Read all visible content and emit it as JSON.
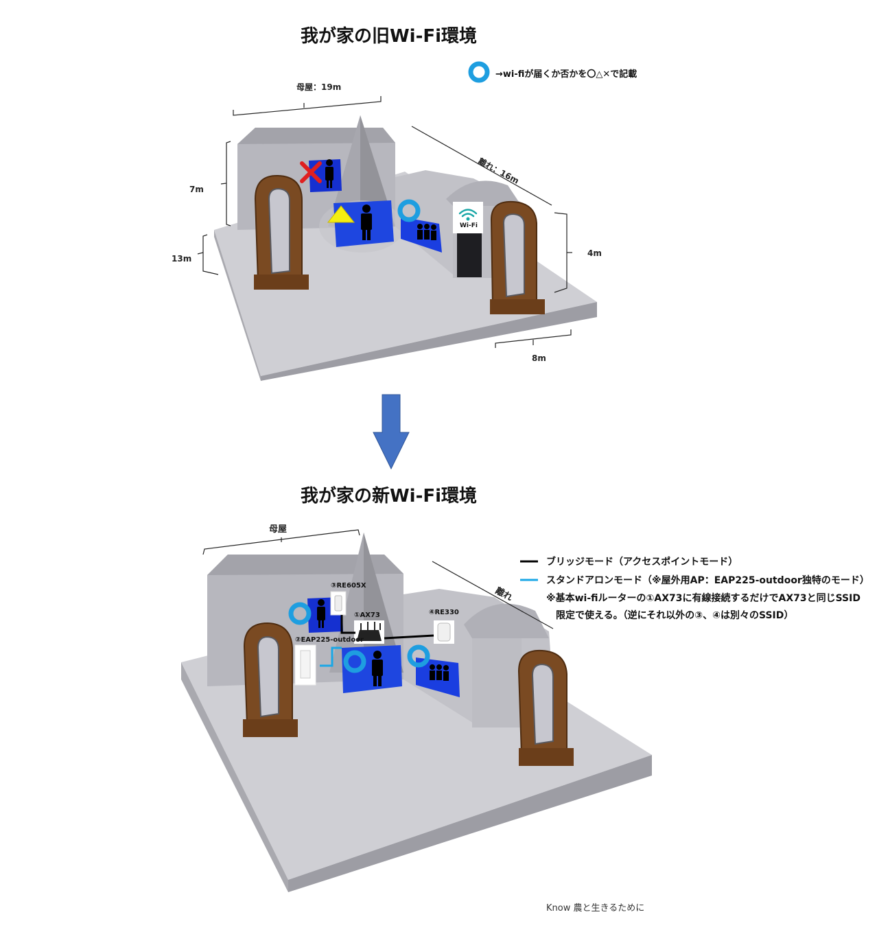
{
  "old": {
    "title": "我が家の旧Wi-Fi環境",
    "legend_text": "→wi-fiが届くか否かを〇△✕で記載",
    "dim_main_house": "母屋：19m",
    "dim_annex": "離れ：16m",
    "dim_height_main": "7m",
    "dim_depth_main": "13m",
    "dim_height_annex": "4m",
    "dim_width_annex": "8m",
    "wifi_label": "Wi-Fi"
  },
  "new": {
    "title": "我が家の新Wi-Fi環境",
    "label_main_house": "母屋",
    "label_annex": "離れ",
    "device_re605x": "③RE605X",
    "device_ax73": "①AX73",
    "device_eap225": "②EAP225-outdoor",
    "device_re330": "④RE330",
    "legend_bridge": "ブリッジモード（アクセスポイントモード）",
    "legend_standalone": "スタンドアロンモード（※屋外用AP：EAP225-outdoor独特のモード）",
    "note_line1": "※基本wi-fiルーターの①AX73に有線接続するだけでAX73と同じSSID",
    "note_line2": "限定で使える。（逆にそれ以外の③、④は別々のSSID）"
  },
  "colors": {
    "wall": "#b8b8bf",
    "ground": "#c9c9ce",
    "door_wood": "#7a4a22",
    "room_blue": "#1530d0",
    "signal_ring": "#1e9ee0",
    "cross": "#e02020",
    "triangle": "#f4ee10",
    "arrow": "#4472c4",
    "standalone_line": "#1aa7e6",
    "bridge_line": "#000000"
  },
  "footer": "Know 農と生きるために"
}
